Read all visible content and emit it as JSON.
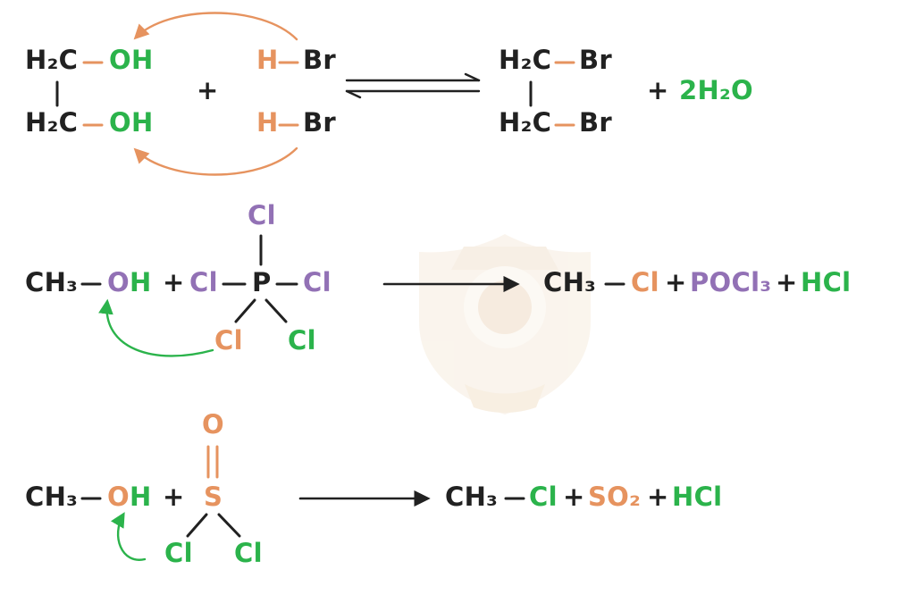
{
  "palette": {
    "ink": "#212121",
    "green": "#2bb34b",
    "orange": "#e6935f",
    "purple": "#9271b5"
  },
  "reaction1": {
    "glycol_ch2_top": "H₂C",
    "glycol_oh_top": "OH",
    "glycol_ch2_bottom": "H₂C",
    "glycol_oh_bottom": "OH",
    "plus_left": "+",
    "hbr_h_top": "H",
    "hbr_br_top": "Br",
    "hbr_h_bottom": "H",
    "hbr_br_bottom": "Br",
    "product_ch2_top": "H₂C",
    "product_br_top": "Br",
    "product_ch2_bottom": "H₂C",
    "product_br_bottom": "Br",
    "plus_right": "+",
    "water": "2H₂O"
  },
  "reaction2": {
    "cl_top": "Cl",
    "ch3": "CH₃",
    "oh_o": "O",
    "oh_h": "H",
    "plus1": "+",
    "cl_left": "Cl",
    "p": "P",
    "cl_right": "Cl",
    "cl_bottom_left": "Cl",
    "cl_bottom_right": "Cl",
    "product_ch3": "CH₃",
    "product_cl": "Cl",
    "plus2": "+",
    "pocl3": "POCl₃",
    "plus3": "+",
    "hcl": "HCl"
  },
  "reaction3": {
    "o_top": "O",
    "ch3": "CH₃",
    "oh_o": "O",
    "oh_h": "H",
    "plus1": "+",
    "s": "S",
    "cl_left": "Cl",
    "cl_right": "Cl",
    "product_ch3": "CH₃",
    "product_cl": "Cl",
    "plus2": "+",
    "so2": "SO₂",
    "plus3": "+",
    "hcl": "HCl"
  }
}
